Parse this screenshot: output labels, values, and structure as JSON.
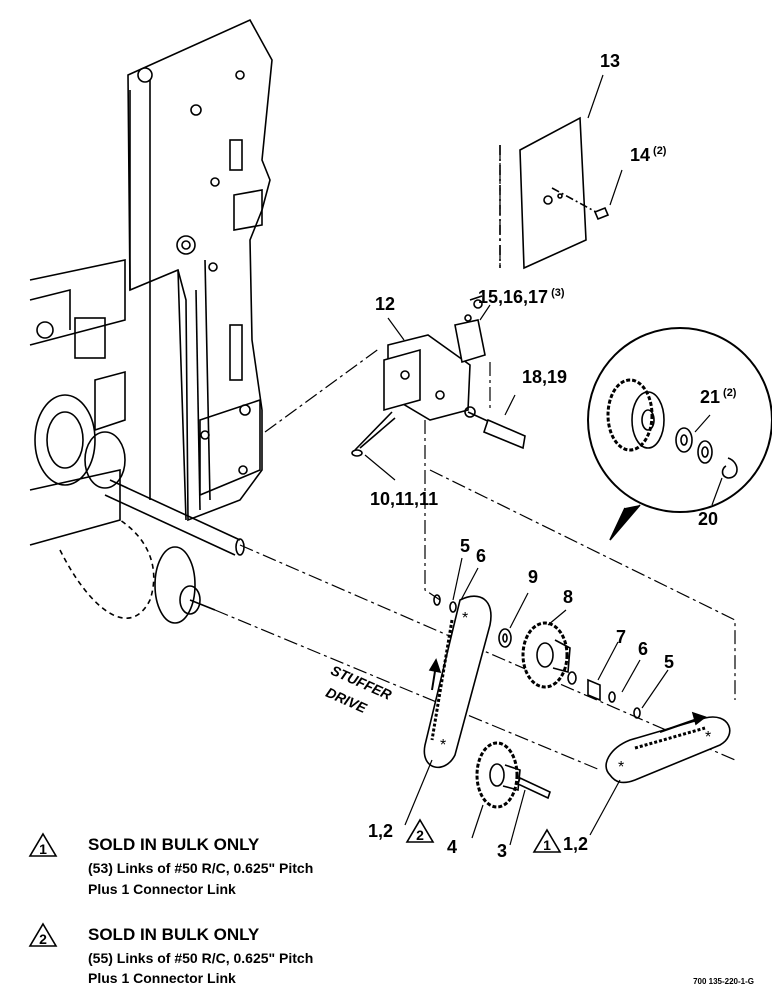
{
  "callouts": {
    "c13": "13",
    "c14": "14",
    "c14_qty": "(2)",
    "c12": "12",
    "c15": "15,16,17",
    "c15_qty": "(3)",
    "c18": "18,19",
    "c21": "21",
    "c21_qty": "(2)",
    "c20": "20",
    "c10": "10,11,11",
    "c5a": "5",
    "c6a": "6",
    "c9": "9",
    "c8": "8",
    "c7": "7",
    "c6b": "6",
    "c5b": "5",
    "c1_2_left": "1,2",
    "c4": "4",
    "c3": "3",
    "c1_2_right": "1,2"
  },
  "drive_label": {
    "line1": "STUFFER",
    "line2": "DRIVE"
  },
  "notes": [
    {
      "number": "1",
      "title": "SOLD IN BULK ONLY",
      "line1": "(53) Links of #50 R/C, 0.625\" Pitch",
      "line2": "Plus 1 Connector Link"
    },
    {
      "number": "2",
      "title": "SOLD IN BULK ONLY",
      "line1": "(55) Links of #50 R/C, 0.625\" Pitch",
      "line2": "Plus 1 Connector Link"
    }
  ],
  "figure_id": "700 135-220-1-G",
  "markers": {
    "left_callout": "2",
    "right_callout": "1"
  }
}
